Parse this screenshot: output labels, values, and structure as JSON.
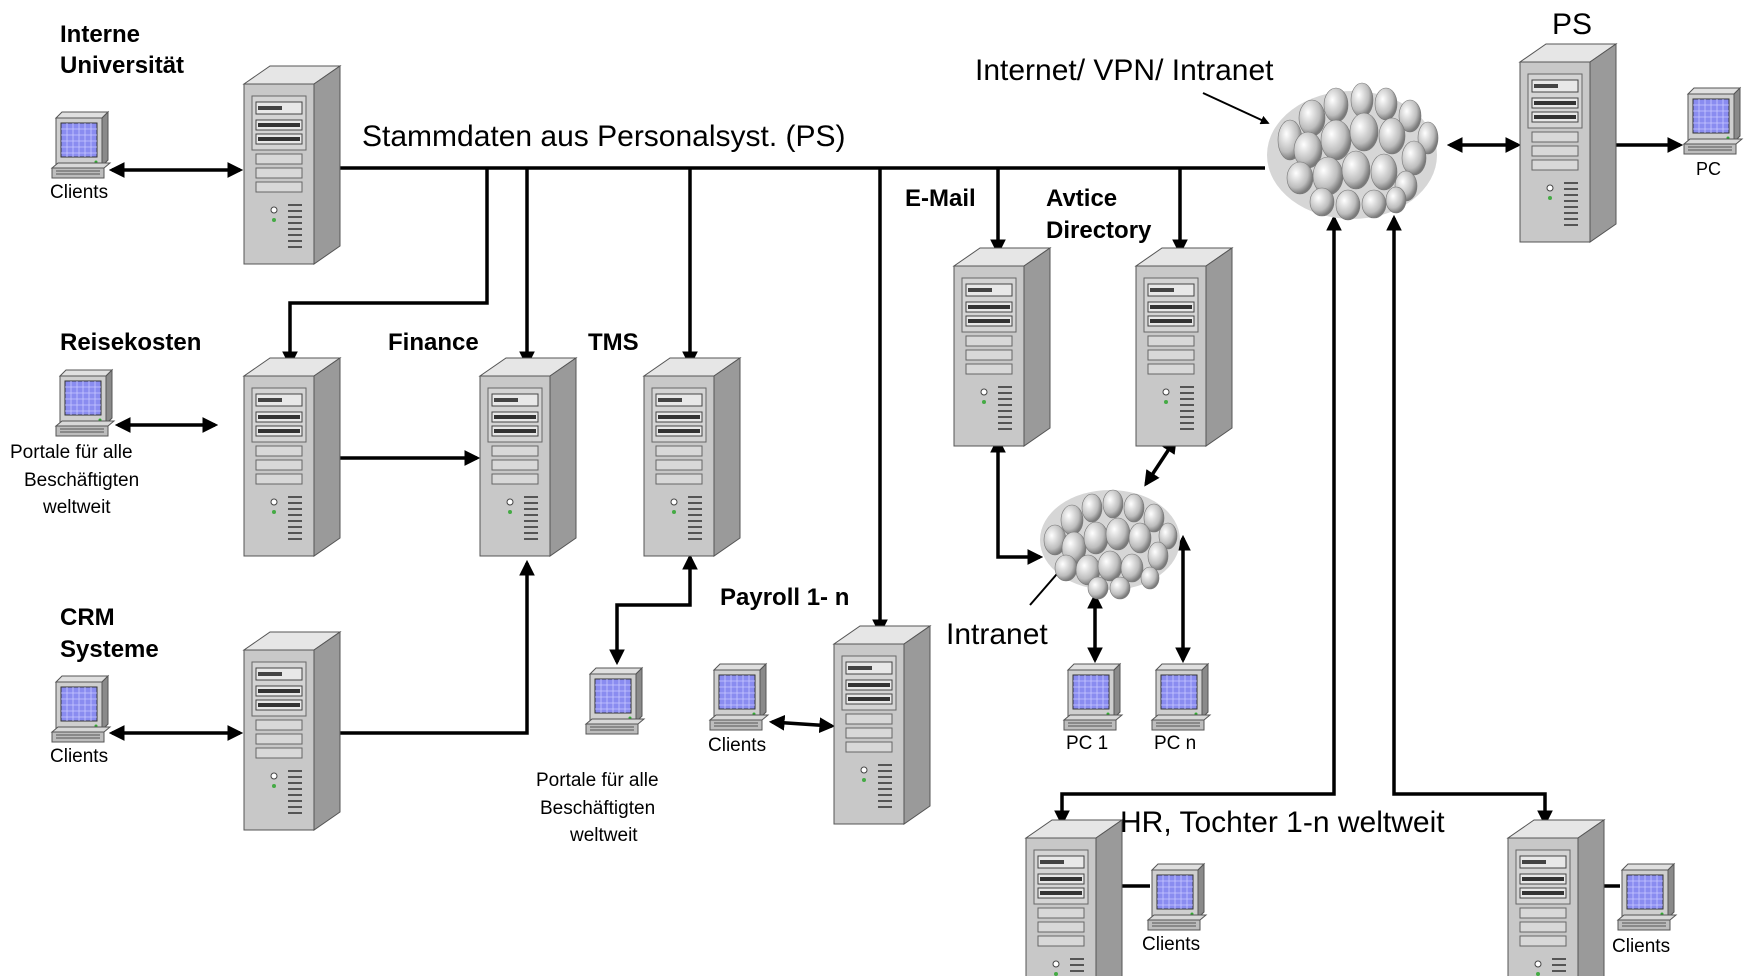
{
  "labels": {
    "interne_universitaet_l1": "Interne",
    "interne_universitaet_l2": "Universität",
    "stammdaten": "Stammdaten aus Personalsyst. (PS)",
    "internet_vpn": "Internet/ VPN/ Intranet",
    "ps": "PS",
    "pc": "PC",
    "clients": "Clients",
    "email": "E-Mail",
    "ad_l1": "Avtice",
    "ad_l2": "Directory",
    "reisekosten": "Reisekosten",
    "finance": "Finance",
    "tms": "TMS",
    "portale_l1": "Portale für alle",
    "portale_l2": "Beschäftigten",
    "portale_l3": "weltweit",
    "crm_l1": "CRM",
    "crm_l2": "Systeme",
    "payroll": "Payroll 1- n",
    "intranet": "Intranet",
    "pc1": "PC 1",
    "pcn": "PC n",
    "hr_tochter": "HR, Tochter 1-n weltweit"
  },
  "colors": {
    "server_body": "#c8c8c8",
    "server_side": "#9a9a9a",
    "screen": "#8a8cf0",
    "line": "#000000"
  },
  "icons": {
    "server": "server-tower-icon",
    "pc": "computer-monitor-icon",
    "cloud": "network-cloud-icon"
  }
}
